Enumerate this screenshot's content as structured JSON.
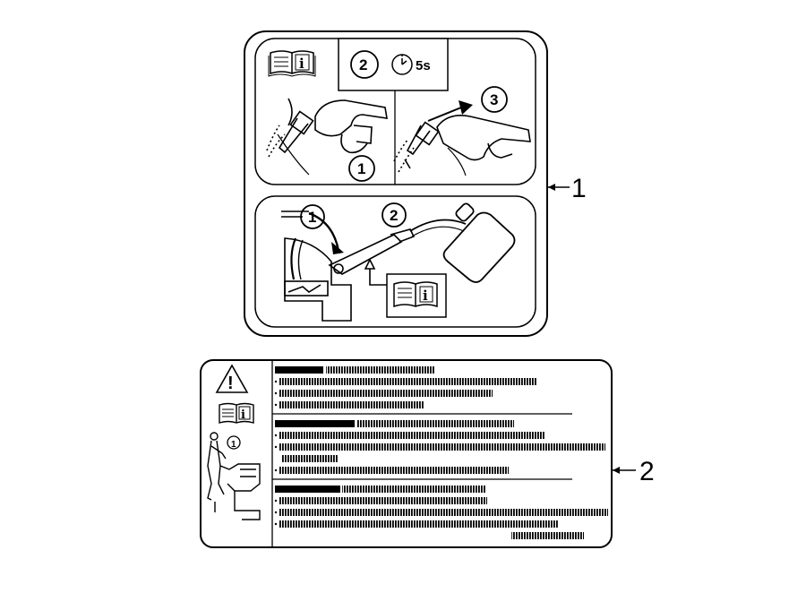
{
  "label1": {
    "callout": "1",
    "steps": {
      "a": "1",
      "b": "2",
      "c": "3"
    },
    "timer": "5s",
    "lower_steps": {
      "a": "1",
      "b": "2"
    },
    "info_glyph": "i",
    "icons": [
      "book-info-icon",
      "clock-icon",
      "fuel-nozzle-icon",
      "fuel-can-icon",
      "arrow-up-icon"
    ]
  },
  "label2": {
    "callout": "2",
    "warning_glyph": "!",
    "info_glyph": "i",
    "figure_step": "1",
    "icons": [
      "warning-triangle-icon",
      "book-info-icon",
      "person-vehicle-icon"
    ]
  },
  "colors": {
    "line": "#000000",
    "background": "#ffffff"
  }
}
